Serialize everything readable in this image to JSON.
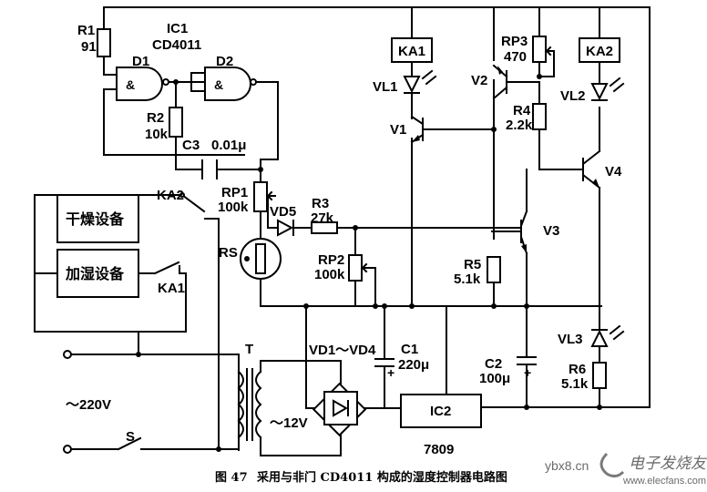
{
  "labels": {
    "ic1": "IC1",
    "cd4011": "CD4011",
    "r1": "R1",
    "r1_val": "91",
    "d1": "D1",
    "d2": "D2",
    "r2": "R2",
    "r2_val": "10k",
    "c3": "C3",
    "c3_val": "0.01μ",
    "rp1": "RP1",
    "rp1_val": "100k",
    "vd5": "VD5",
    "r3": "R3",
    "r3_val": "27k",
    "rs": "RS",
    "rp2": "RP2",
    "rp2_val": "100k",
    "ka1": "KA1",
    "vl1": "VL1",
    "v1": "V1",
    "v2": "V2",
    "rp3": "RP3",
    "rp3_val": "470",
    "r4": "R4",
    "r4_val": "2.2k",
    "ka2": "KA2",
    "vl2": "VL2",
    "v4": "V4",
    "v3": "V3",
    "r5": "R5",
    "r5_val": "5.1k",
    "c1": "C1",
    "c1_val": "220μ",
    "vd1_vd4": "VD1～VD4",
    "c2": "C2",
    "c2_val": "100μ",
    "vl3": "VL3",
    "r6": "R6",
    "r6_val": "5.1k",
    "t": "T",
    "v12": "～12V",
    "ic2": "IC2",
    "ic2_part": "7809",
    "ac220": "～220V",
    "s": "S",
    "ka2_contact": "KA2",
    "ka1_contact": "KA1",
    "dryer": "干燥设备",
    "humidifier": "加湿设备",
    "plus": "+"
  },
  "caption": {
    "figure_no": "图 47",
    "text": "采用与非门 CD4011 构成的湿度控制器电路图"
  },
  "watermark": {
    "site": "ybx8.cn",
    "brand": "电子发烧友",
    "url": "www.elecfans.com"
  }
}
